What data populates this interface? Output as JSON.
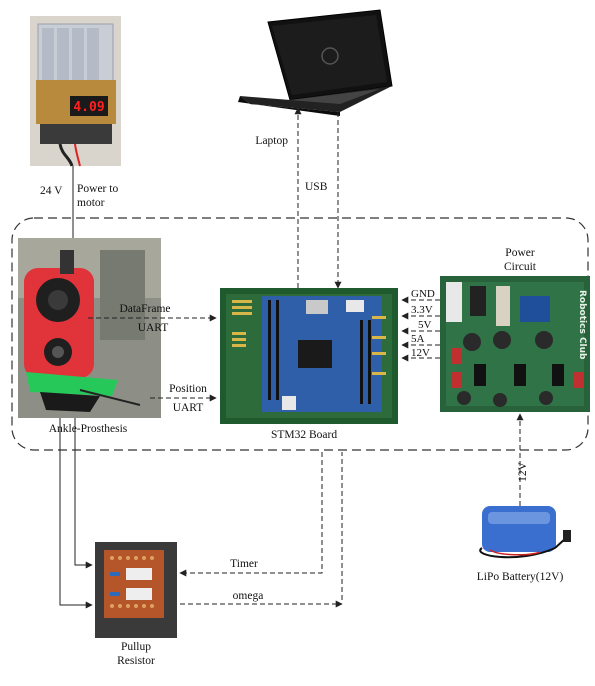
{
  "labels": {
    "laptop": "Laptop",
    "usb": "USB",
    "battery_voltage": "24 V",
    "power_to_motor_1": "Power to",
    "power_to_motor_2": "motor",
    "power_circuit_1": "Power",
    "power_circuit_2": "Circuit",
    "dataframe": "DataFrame",
    "uart_1": "UART",
    "position": "Position",
    "uart_2": "UART",
    "ankle_prosthesis": "Ankle-Prosthesis",
    "stm32_board": "STM32 Board",
    "gnd": "GND",
    "v33": "3.3V",
    "v5": "5V",
    "a5": "5A",
    "v12": "12V",
    "lipo_12v": "12V",
    "lipo_battery": "LiPo Battery(12V)",
    "timer": "Timer",
    "omega": "omega",
    "pullup_1": "Pullup",
    "pullup_2": "Resistor",
    "battery_display": "4.09",
    "board_brand": "Robotics Club"
  },
  "colors": {
    "stm_board": "#2f5fa8",
    "pcb_green": "#2d6b3a",
    "prosthesis_red": "#e0343a",
    "lipo_blue": "#3a6fd0",
    "display_red": "#ff2020"
  }
}
